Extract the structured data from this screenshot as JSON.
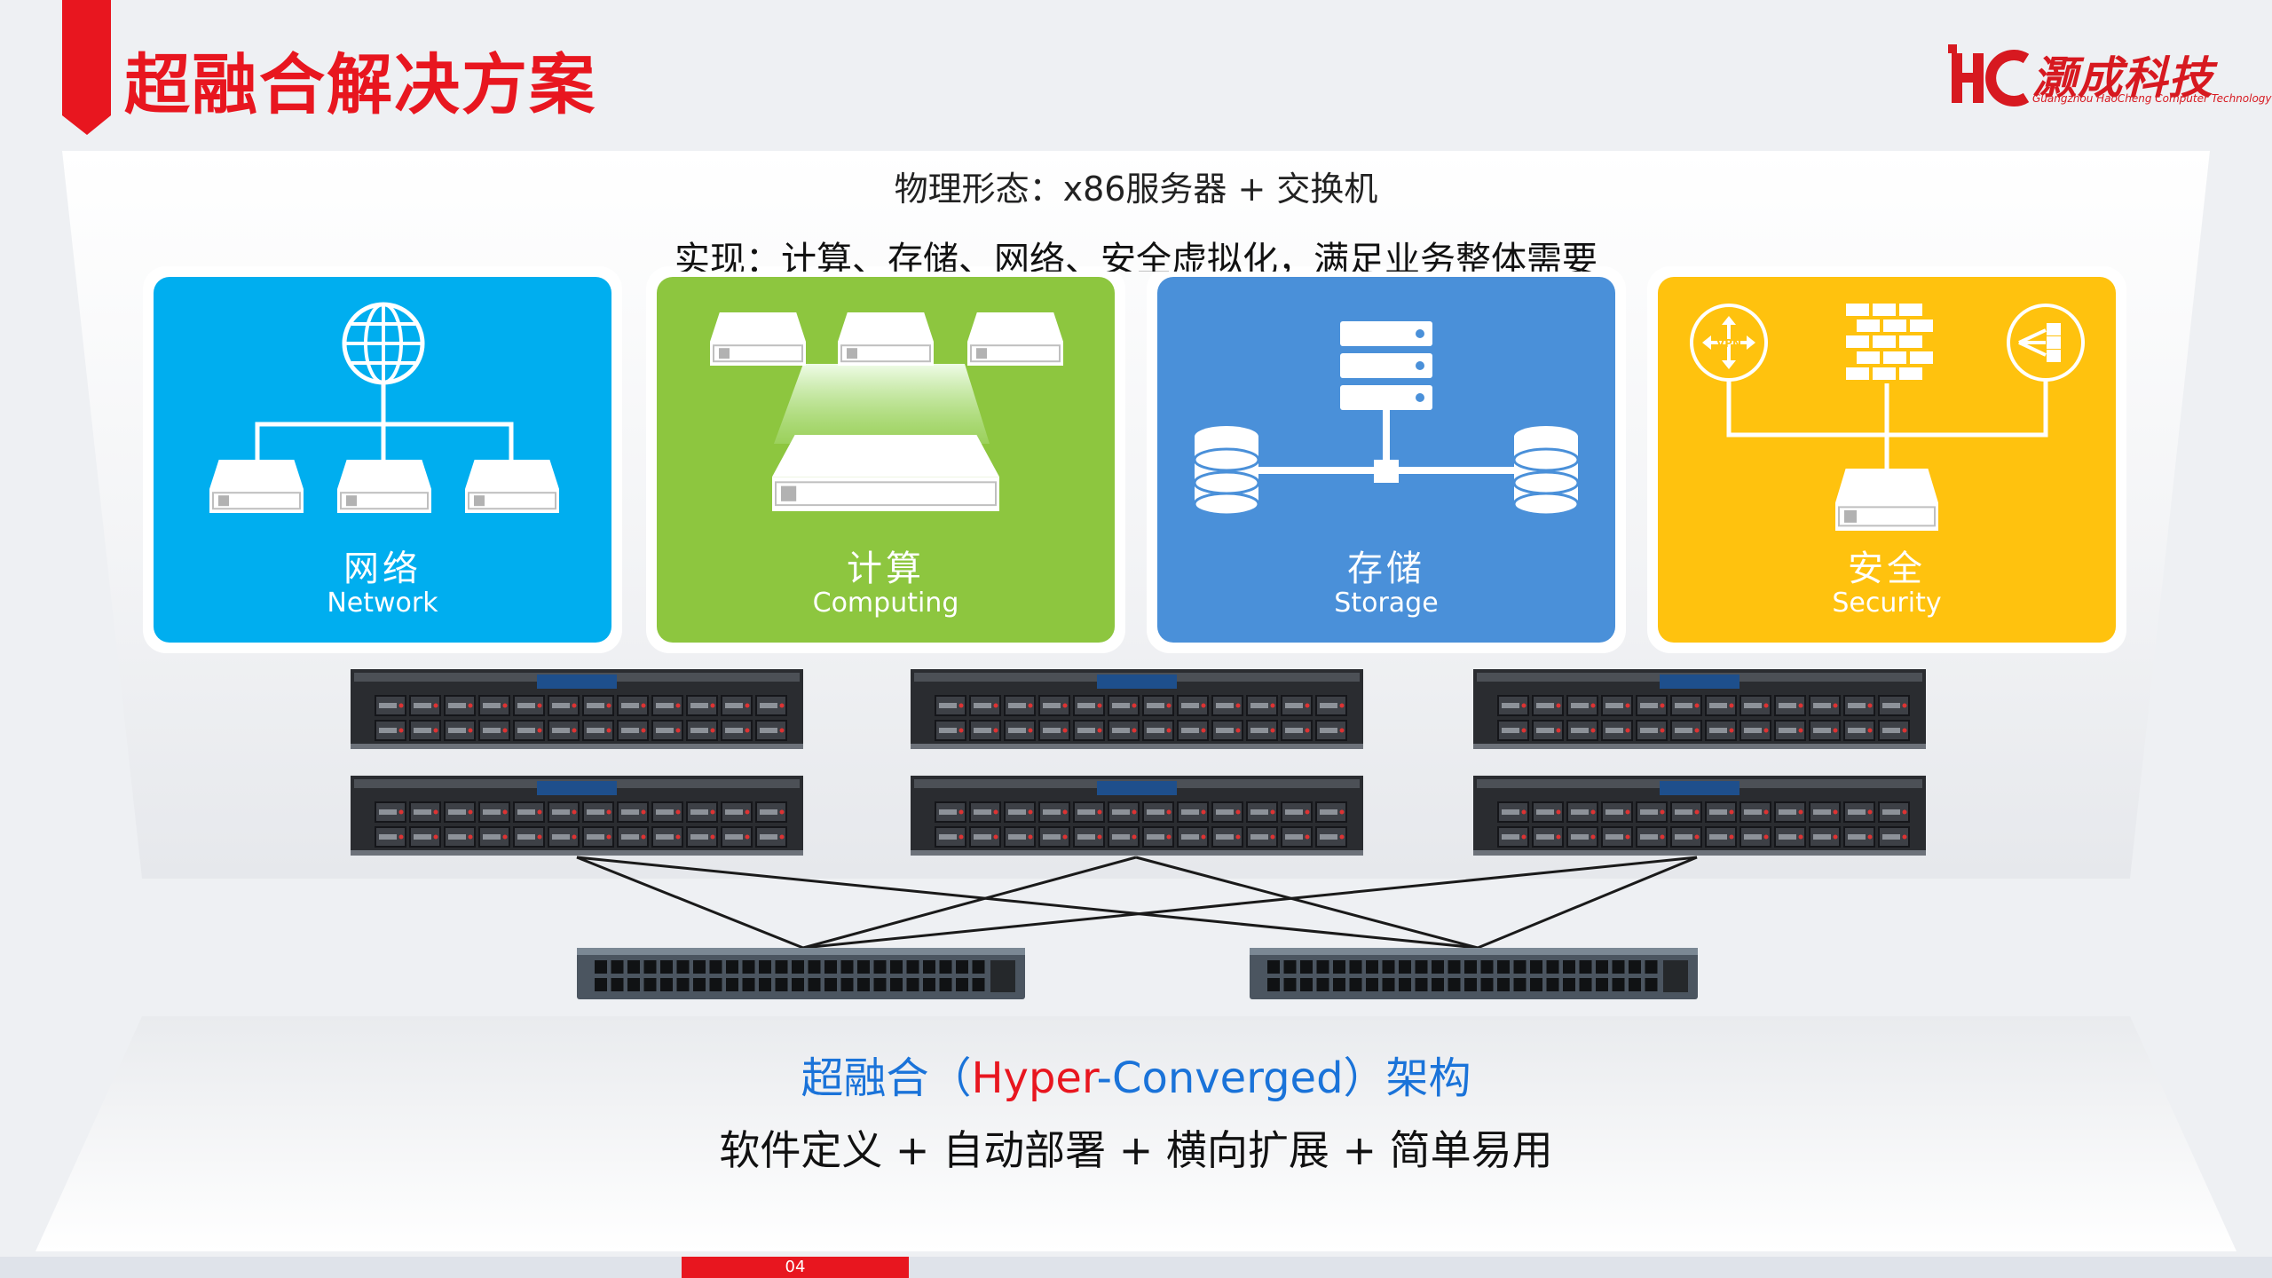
{
  "slide": {
    "title": "超融合解决方案",
    "page_number": "04"
  },
  "logo": {
    "mark": "HC",
    "name": "灏成科技",
    "subtitle": "Guangzhou HaoCheng Computer Technology"
  },
  "header": {
    "line1": "物理形态：x86服务器 + 交换机",
    "line2": "实现：计算、存储、网络、安全虚拟化，满足业务整体需要"
  },
  "cards": [
    {
      "label_cn": "网络",
      "label_en": "Network",
      "icon": "network-globe-icon",
      "color": "#00aeef"
    },
    {
      "label_cn": "计算",
      "label_en": "Computing",
      "icon": "computing-servers-icon",
      "color": "#8dc63f"
    },
    {
      "label_cn": "存储",
      "label_en": "Storage",
      "icon": "storage-database-icon",
      "color": "#4a90d9"
    },
    {
      "label_cn": "安全",
      "label_en": "Security",
      "icon": "security-firewall-icon",
      "color": "#ffc20e"
    }
  ],
  "security_icons": {
    "vpn_label": "VPN"
  },
  "architecture": {
    "prefix": "超融合（",
    "highlight": "Hyper",
    "suffix": "-Converged）架构"
  },
  "slogan": "软件定义 + 自动部署 + 横向扩展 + 简单易用"
}
